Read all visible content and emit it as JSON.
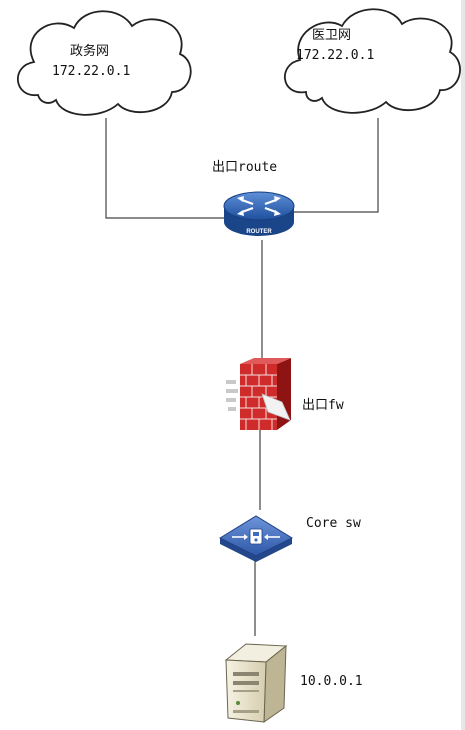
{
  "clouds": [
    {
      "name": "政务网",
      "ip": "172.22.0.1"
    },
    {
      "name": "医卫网",
      "ip": "172.22.0.1"
    }
  ],
  "nodes": {
    "router": {
      "label": "出口route",
      "badge": "ROUTER",
      "icon": "router-icon"
    },
    "firewall": {
      "label": "出口fw",
      "icon": "firewall-icon"
    },
    "switch": {
      "label": "Core sw",
      "icon": "switch-icon"
    },
    "server": {
      "label": "10.0.0.1",
      "icon": "server-icon"
    }
  },
  "colors": {
    "line": "#444444",
    "router": "#2f63b7",
    "firewall": "#cc2a2a",
    "switch": "#3f6dc4",
    "server": "#efe9d4"
  }
}
